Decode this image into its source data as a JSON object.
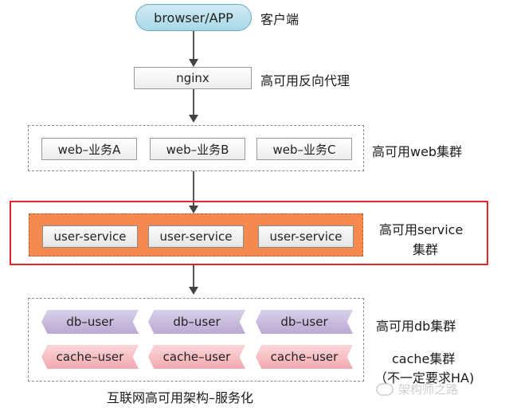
{
  "client": {
    "box": "browser/APP",
    "label": "客户端"
  },
  "proxy": {
    "box": "nginx",
    "label": "高可用反向代理"
  },
  "web": {
    "items": [
      "web–业务A",
      "web–业务B",
      "web–业务C"
    ],
    "label": "高可用web集群"
  },
  "service": {
    "items": [
      "user-service",
      "user-service",
      "user-service"
    ],
    "label_line1": "高可用service",
    "label_line2": "集群",
    "highlight_color": "#e8202a",
    "fill_color": "#f58a4e"
  },
  "db": {
    "items": [
      "db–user",
      "db–user",
      "db–user"
    ],
    "label": "高可用db集群"
  },
  "cache": {
    "items": [
      "cache–user",
      "cache–user",
      "cache–user"
    ],
    "label_line1": "cache集群",
    "label_line2": "（不一定要求HA)"
  },
  "caption": "互联网高可用架构–服务化",
  "watermark": "架构师之路"
}
